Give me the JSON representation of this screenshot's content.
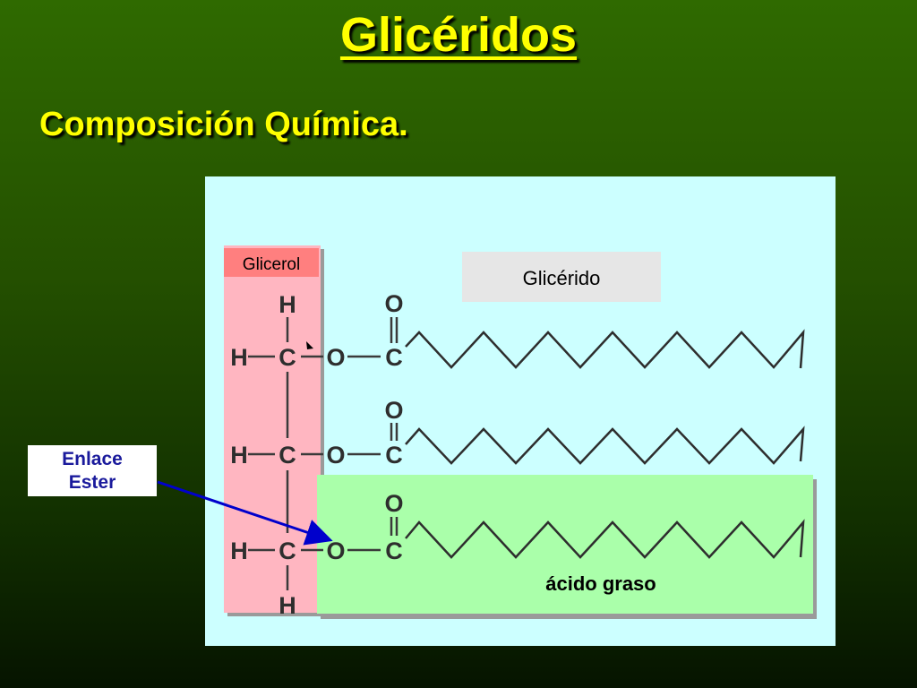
{
  "slide": {
    "title": "Glicéridos",
    "subtitle": "Composición Química."
  },
  "diagram": {
    "glycerol_label": "Glicerol",
    "glyceride_label": "Glicérido",
    "fatty_acid_label": "ácido graso",
    "ester_bond_label": [
      "Enlace",
      "Ester"
    ],
    "atoms": {
      "hydrogen": "H",
      "carbon": "C",
      "oxygen": "O"
    },
    "colors": {
      "background": "#ccffff",
      "glycerol_fill": "#ffb6c1",
      "fatty_acid_fill": "#aaffaa",
      "label_box": "#e6e6e6",
      "arrow": "#0000cc"
    }
  }
}
